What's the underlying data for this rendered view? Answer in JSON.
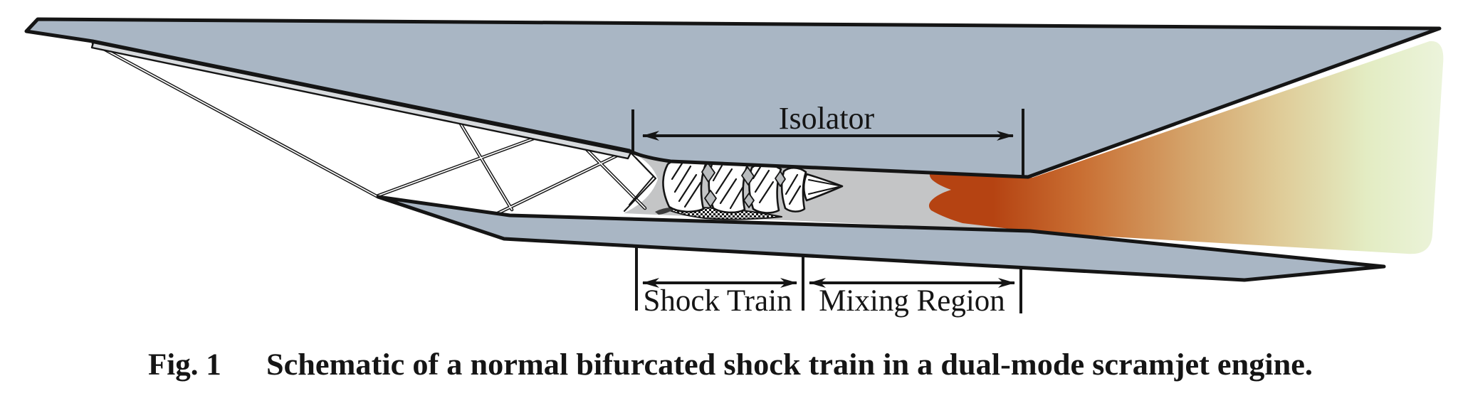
{
  "figure": {
    "caption": {
      "tag": "Fig. 1",
      "text": "Schematic of a normal bifurcated shock train in a dual-mode scramjet engine."
    },
    "annotations": {
      "isolator": "Isolator",
      "shock_train": "Shock Train",
      "mixing_region": "Mixing Region"
    }
  },
  "theme": {
    "ink": "#151515",
    "background": "#ffffff",
    "body-fill": "#a9b6c4",
    "duct-fill": "#c4c5c6",
    "ramp-strip": "#d7dadd",
    "diamond-fill": "#b9bcbe",
    "bl-dark": "#3c3c3c",
    "flame-deep": "#b54312",
    "flame-orange": "#c96f33",
    "flame-tan": "#d4a269",
    "flame-sand": "#dfcb97",
    "flame-green": "#e3ecc3",
    "flame-pale": "#ecf4dc"
  }
}
